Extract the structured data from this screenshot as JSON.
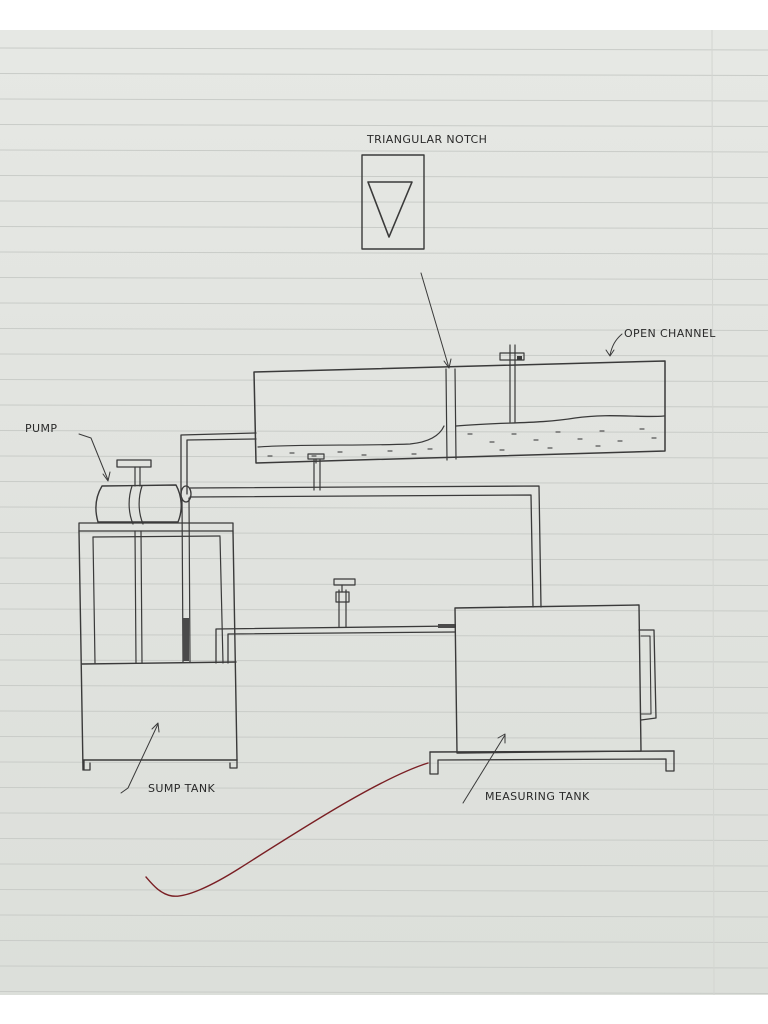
{
  "labels": {
    "triangular_notch": "TRIANGULAR NOTCH",
    "open_channel": "OPEN CHANNEL",
    "pump": "PUMP",
    "sump_tank": "SUMP TANK",
    "measuring_tank": "MEASURING TANK"
  },
  "colors": {
    "paper": "#e3e5e1",
    "ruled_line": "#c9ccc8",
    "pencil": "#3a3a3a",
    "red_ink": "#7a1f24"
  }
}
